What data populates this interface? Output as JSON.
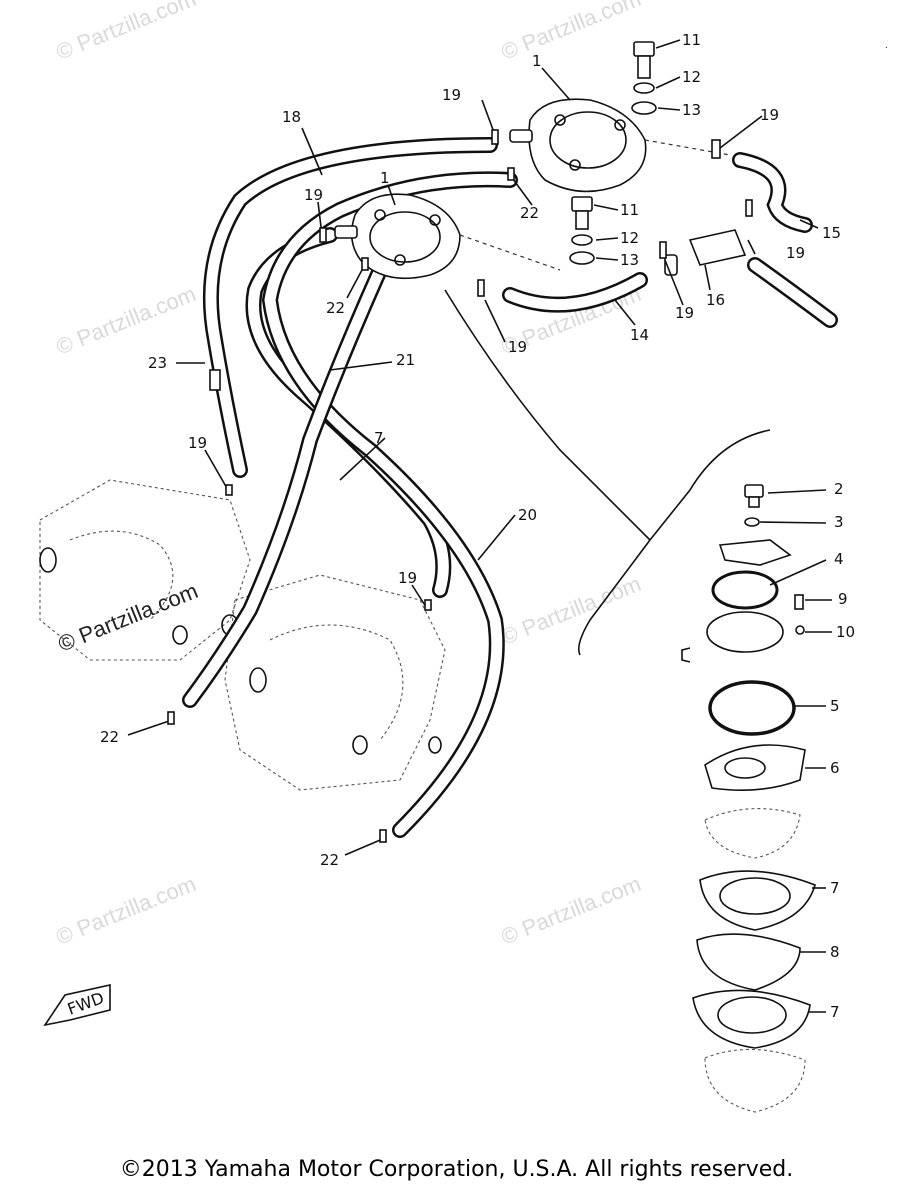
{
  "watermark_text": "© Partzilla.com",
  "fwd_label": "FWD",
  "copyright": "©2013 Yamaha Motor Corporation, U.S.A. All rights reserved.",
  "callouts": {
    "c1a": "1",
    "c1b": "1",
    "c2": "2",
    "c3": "3",
    "c4": "4",
    "c5": "5",
    "c6": "6",
    "c7a": "7",
    "c7b": "7",
    "c7c": "7",
    "c8": "8",
    "c9": "9",
    "c10": "10",
    "c11a": "11",
    "c11b": "11",
    "c12a": "12",
    "c12b": "12",
    "c13a": "13",
    "c13b": "13",
    "c14": "14",
    "c15": "15",
    "c16": "16",
    "c18": "18",
    "c19a": "19",
    "c19b": "19",
    "c19c": "19",
    "c19d": "19",
    "c19e": "19",
    "c19f": "19",
    "c19g": "19",
    "c19h": "19",
    "c20": "20",
    "c21": "21",
    "c22a": "22",
    "c22b": "22",
    "c22c": "22",
    "c22d": "22",
    "c23": "23"
  }
}
